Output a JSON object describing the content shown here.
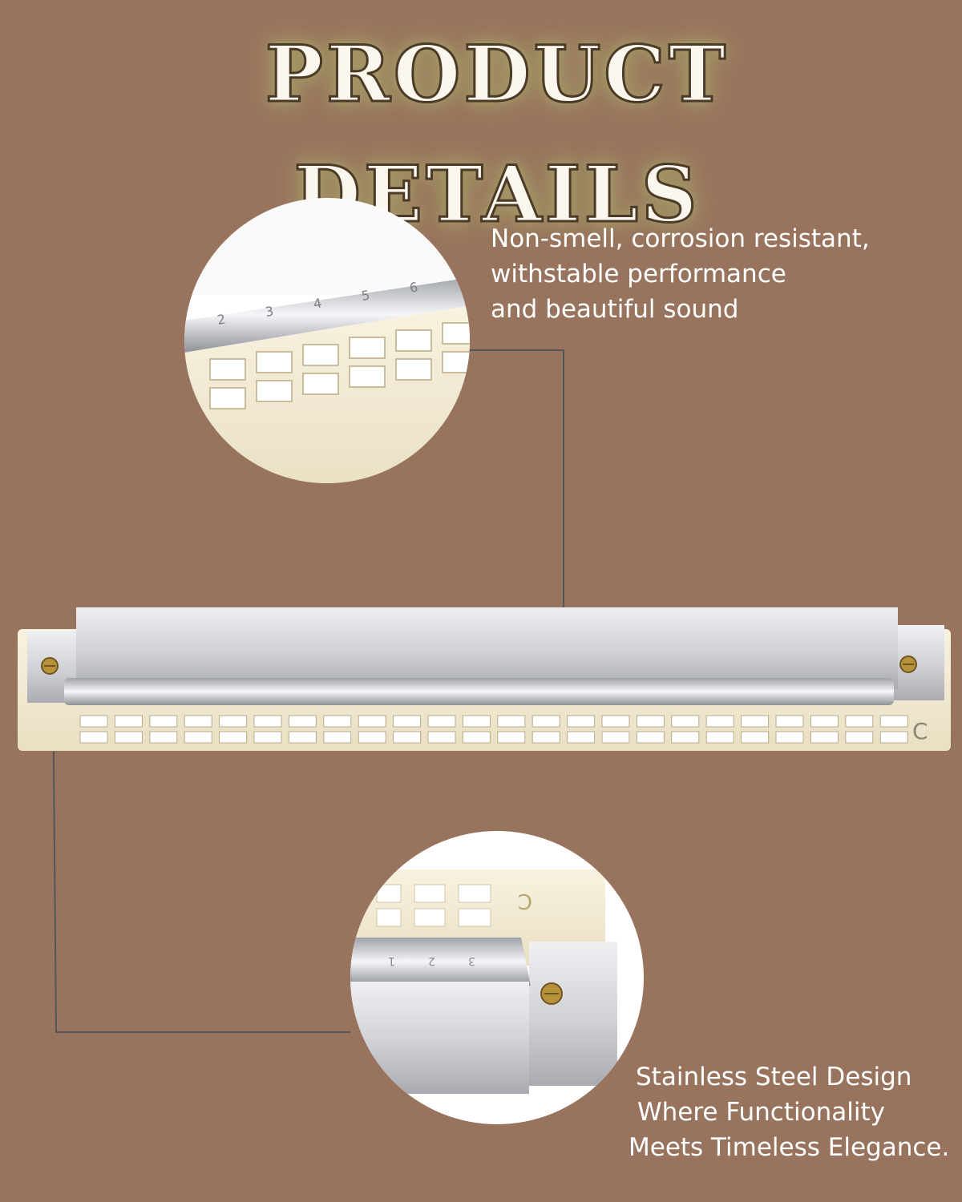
{
  "title": "PRODUCT DETAILS",
  "callouts": {
    "top": {
      "lines": [
        "Non-smell, corrosion resistant,",
        "withstable performance",
        "and beautiful sound"
      ]
    },
    "bottom": {
      "lines": [
        "Stainless Steel Design",
        "Where Functionality",
        "Meets Timeless Elegance."
      ]
    }
  },
  "harmonica": {
    "key_label": "C",
    "hole_numbers": [
      "2",
      "3",
      "4",
      "5",
      "6"
    ],
    "zoom_hole_numbers": [
      "1",
      "2",
      "3"
    ],
    "hole_count": 24
  },
  "colors": {
    "background": "#98745f",
    "title_glow": "#a49766",
    "comb": "#f2ead3",
    "steel": "#d8d8dc",
    "screw": "#b8923a"
  }
}
